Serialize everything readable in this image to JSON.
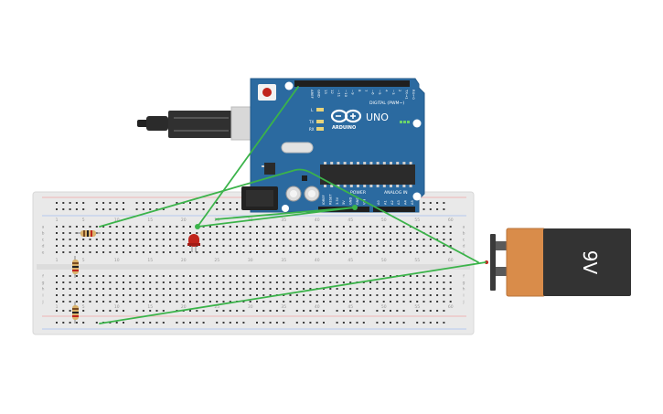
{
  "arduino": {
    "brand": "ARDUINO",
    "model": "UNO",
    "digital_header": "DIGITAL (PWM~)",
    "power_label": "POWER",
    "analog_label": "ANALOG IN",
    "led_l": "L",
    "led_tx": "TX",
    "led_rx": "RX",
    "top_pins": [
      "AREF",
      "GND",
      "13",
      "12",
      "~11",
      "~10",
      "~9",
      "8",
      "7",
      "~6",
      "~5",
      "4",
      "~3",
      "2",
      "TX→1",
      "RX←0"
    ],
    "power_pins": [
      "IOREF",
      "RESET",
      "3.3V",
      "5V",
      "GND",
      "GND",
      "VIN"
    ],
    "analog_pins": [
      "A0",
      "A1",
      "A2",
      "A3",
      "A4",
      "A5"
    ]
  },
  "breadboard": {
    "col_labels": [
      "1",
      "5",
      "10",
      "15",
      "20",
      "25",
      "30",
      "35",
      "40",
      "45",
      "50",
      "55",
      "60"
    ],
    "row_labels_top": [
      "a",
      "b",
      "c",
      "d",
      "e"
    ],
    "row_labels_bottom": [
      "f",
      "g",
      "h",
      "i",
      "j"
    ]
  },
  "battery": {
    "label": "9V"
  },
  "colors": {
    "wire": "#3bb34a",
    "board_blue": "#2b6aa0",
    "breadboard": "#e9e9e9",
    "battery_copper": "#d98c4a",
    "battery_black": "#333333",
    "led_red": "#c0241c"
  }
}
